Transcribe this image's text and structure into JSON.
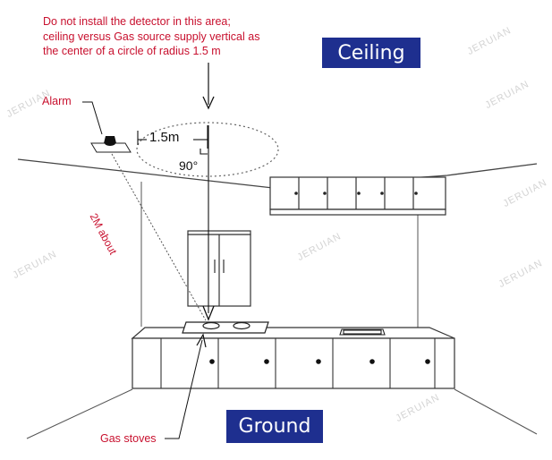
{
  "warning_lines": [
    "Do not install the detector in this area;",
    "ceiling versus Gas source supply vertical as",
    "the center of a circle of radius 1.5 m"
  ],
  "ceiling_label": "Ceiling",
  "ground_label": "Ground",
  "alarm_label": "Alarm",
  "gas_stoves_label": "Gas stoves",
  "distance_label": "2M about",
  "radius_label": "1.5m",
  "angle_label": "90°",
  "watermark_text": "JERUIAN",
  "colors": {
    "annotation": "#c8102e",
    "label_box": "#1e2f8f",
    "label_text": "#ffffff",
    "line_art": "#333333"
  }
}
